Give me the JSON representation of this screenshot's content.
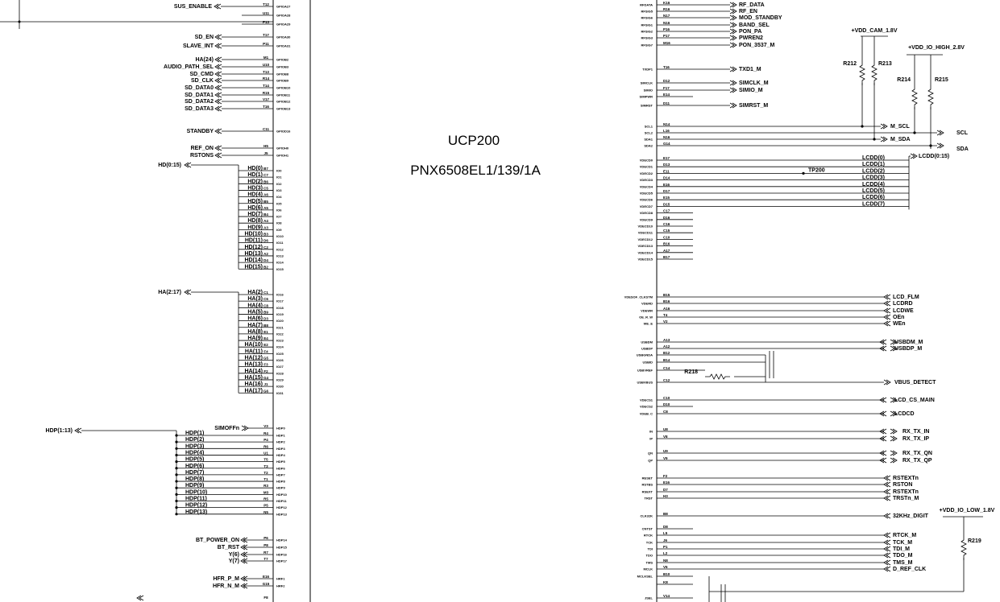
{
  "title": {
    "part": "UCP200",
    "code": "PNX6508EL1/139/1A"
  },
  "left": {
    "top_group": [
      {
        "net": "SD_EN",
        "pin": "T17",
        "sig": "GPIOA30"
      },
      {
        "net": "SLAVE_INT",
        "pin": "P11",
        "sig": "GPIOA31"
      },
      {
        "net": "HA(24)",
        "pin": "M1",
        "sig": "GPIOB2"
      },
      {
        "net": "AUDIO_PATH_SEL",
        "pin": "U10",
        "sig": "GPIOB3"
      },
      {
        "net": "SD_CMD",
        "pin": "T13",
        "sig": "GPIOB8"
      },
      {
        "net": "SD_CLK",
        "pin": "R14",
        "sig": "GPIOB9"
      },
      {
        "net": "SD_DATA0",
        "pin": "T14",
        "sig": "GPIOB10"
      },
      {
        "net": "SD_DATA1",
        "pin": "R15",
        "sig": "GPIOB11"
      },
      {
        "net": "SD_DATA2",
        "pin": "V17",
        "sig": "GPIOB12"
      },
      {
        "net": "SD_DATA3",
        "pin": "T16",
        "sig": "GPIOB13"
      },
      {
        "net": "STANDBY",
        "pin": "C11",
        "sig": "GPIOD16"
      },
      {
        "net": "REF_ON",
        "pin": "H5",
        "sig": "GPIOH0"
      },
      {
        "net": "RSTONS",
        "pin": "J5",
        "sig": "GPIOH1"
      }
    ],
    "top_extra": [
      {
        "net": "SUS_ENABLE",
        "pin": "T12",
        "sig": "GPIOA27"
      },
      {
        "pin": "U11",
        "sig": "GPIOA28"
      },
      {
        "pin": "P13",
        "sig": "GPIOA29"
      }
    ],
    "hd_bus": "HD(0:15)",
    "hd": [
      {
        "net": "HD(0)",
        "pin": "B7",
        "sig": "IO0"
      },
      {
        "net": "HD(1)",
        "pin": "C7",
        "sig": "IO1"
      },
      {
        "net": "HD(2)",
        "pin": "B6",
        "sig": "IO2"
      },
      {
        "net": "HD(3)",
        "pin": "C5",
        "sig": "IO3"
      },
      {
        "net": "HD(4)",
        "pin": "A6",
        "sig": "IO4"
      },
      {
        "net": "HD(5)",
        "pin": "B5",
        "sig": "IO5"
      },
      {
        "net": "HD(6)",
        "pin": "A5",
        "sig": "IO6"
      },
      {
        "net": "HD(7)",
        "pin": "B4",
        "sig": "IO7"
      },
      {
        "net": "HD(8)",
        "pin": "A4",
        "sig": "IO8"
      },
      {
        "net": "HD(9)",
        "pin": "A3",
        "sig": "IO9"
      },
      {
        "net": "HD(10)",
        "pin": "B3",
        "sig": "IO10"
      },
      {
        "net": "HD(11)",
        "pin": "D6",
        "sig": "IO11"
      },
      {
        "net": "HD(12)",
        "pin": "C2",
        "sig": "IO12"
      },
      {
        "net": "HD(13)",
        "pin": "A2",
        "sig": "IO13"
      },
      {
        "net": "HD(14)",
        "pin": "D4",
        "sig": "IO14"
      },
      {
        "net": "HD(15)",
        "pin": "B2",
        "sig": "IO15"
      }
    ],
    "ha_bus": "HA(2:17)",
    "ha": [
      {
        "net": "HA(2)",
        "pin": "C1",
        "sig": "IO16"
      },
      {
        "net": "HA(3)",
        "pin": "C6",
        "sig": "IO17"
      },
      {
        "net": "HA(4)",
        "pin": "C8",
        "sig": "IO18"
      },
      {
        "net": "HA(5)",
        "pin": "B9",
        "sig": "IO19"
      },
      {
        "net": "HA(6)",
        "pin": "D3",
        "sig": "IO20"
      },
      {
        "net": "HA(7)",
        "pin": "B8",
        "sig": "IO21"
      },
      {
        "net": "HA(8)",
        "pin": "E1",
        "sig": "IO22"
      },
      {
        "net": "HA(9)",
        "pin": "E4",
        "sig": "IO23"
      },
      {
        "net": "HA(10)",
        "pin": "E2",
        "sig": "IO24"
      },
      {
        "net": "HA(11)",
        "pin": "F4",
        "sig": "IO25"
      },
      {
        "net": "HA(12)",
        "pin": "G5",
        "sig": "IO26"
      },
      {
        "net": "HA(13)",
        "pin": "F3",
        "sig": "IO27"
      },
      {
        "net": "HA(14)",
        "pin": "F2",
        "sig": "IO28"
      },
      {
        "net": "HA(15)",
        "pin": "G4",
        "sig": "IO29"
      },
      {
        "net": "HA(16)",
        "pin": "J1",
        "sig": "IO30"
      },
      {
        "net": "HA(17)",
        "pin": "G6",
        "sig": "IO31"
      }
    ],
    "simoff": {
      "net": "SIMOFFn",
      "pin": "V3",
      "sig": "HDP0"
    },
    "hdp_bus": "HDP(1:13)",
    "hdp": [
      {
        "net": "HDP(1)",
        "pin": "R4",
        "sig": "HDP1"
      },
      {
        "net": "HDP(2)",
        "pin": "P4",
        "sig": "HDP2"
      },
      {
        "net": "HDP(3)",
        "pin": "R6",
        "sig": "HDP3"
      },
      {
        "net": "HDP(4)",
        "pin": "U1",
        "sig": "HDP4"
      },
      {
        "net": "HDP(5)",
        "pin": "T5",
        "sig": "HDP5"
      },
      {
        "net": "HDP(6)",
        "pin": "T3",
        "sig": "HDP6"
      },
      {
        "net": "HDP(7)",
        "pin": "T2",
        "sig": "HDP7"
      },
      {
        "net": "HDP(8)",
        "pin": "T1",
        "sig": "HDP8"
      },
      {
        "net": "HDP(9)",
        "pin": "R3",
        "sig": "HDP9"
      },
      {
        "net": "HDP(10)",
        "pin": "M3",
        "sig": "HDP10"
      },
      {
        "net": "HDP(11)",
        "pin": "R5",
        "sig": "HDP11"
      },
      {
        "net": "HDP(12)",
        "pin": "P5",
        "sig": "HDP12"
      },
      {
        "net": "HDP(13)",
        "pin": "N5",
        "sig": "HDP13"
      }
    ],
    "bottom": [
      {
        "net": "BT_POWER_ON",
        "pin": "P6",
        "sig": "HDP14"
      },
      {
        "net": "BT_RST",
        "pin": "P8",
        "sig": "HDP15"
      },
      {
        "net": "Y(6)",
        "pin": "R7",
        "sig": "HDP16"
      },
      {
        "net": "Y(7)",
        "pin": "T7",
        "sig": "HDP17"
      },
      {
        "net": "HFR_P_M",
        "pin": "E16",
        "sig": "HRF1"
      },
      {
        "net": "HFR_N_M",
        "pin": "G15",
        "sig": "HRF2"
      }
    ],
    "last_pin": {
      "pin": "F8"
    }
  },
  "right": {
    "rf": [
      {
        "sig": "RFDATA",
        "pin": "K16",
        "net": "RF_DATA"
      },
      {
        "sig": "RFSIG5",
        "pin": "R16",
        "net": "RF_EN"
      },
      {
        "sig": "RFSIG6",
        "pin": "N17",
        "net": "MOD_STANDBY"
      },
      {
        "sig": "RFSIG1",
        "pin": "N16",
        "net": "BAND_SEL"
      },
      {
        "sig": "RFSIG2",
        "pin": "P16",
        "net": "PON_PA"
      },
      {
        "sig": "RFSIG3",
        "pin": "P17",
        "net": "PWREN2"
      },
      {
        "sig": "RFSIG7",
        "pin": "M16",
        "net": "PON_3537_M"
      }
    ],
    "txd": {
      "sig": "TXDP1",
      "pin": "T16",
      "net": "TXD1_M"
    },
    "sim": [
      {
        "sig": "SIMCLK",
        "pin": "D12",
        "net": "SIMCLK_M"
      },
      {
        "sig": "SIMIO",
        "pin": "F17",
        "net": "SIMIO_M"
      },
      {
        "sig": "SIMPWR",
        "pin": "E14",
        "net": ""
      },
      {
        "sig": "SIMRST",
        "pin": "D11",
        "net": "SIMRST_M"
      }
    ],
    "i2c": [
      {
        "sig": "SCL1",
        "pin": "N14",
        "net": "M_SCL"
      },
      {
        "sig": "SCL2",
        "pin": "L16",
        "net": "SCL"
      },
      {
        "sig": "SDA1",
        "pin": "N16",
        "net": "M_SDA"
      },
      {
        "sig": "SDA2",
        "pin": "G14",
        "net": "SDA"
      }
    ],
    "power": {
      "cam": "+VDD_CAM_1.8V",
      "io_high": "+VDD_IO_HIGH_2.8V",
      "io_low": "+VDD_IO_LOW_1.8V"
    },
    "resistors": {
      "r212": "R212",
      "r213": "R213",
      "r214": "R214",
      "r215": "R215",
      "r218": "R218",
      "r219": "R219"
    },
    "tp": "TP200",
    "lcdd_bus": "LCDD(0:15)",
    "vdecd": [
      {
        "sig": "VDECD0",
        "pin": "E17",
        "net": "LCDD(0)"
      },
      {
        "sig": "VDECD1",
        "pin": "D13",
        "net": "LCDD(1)"
      },
      {
        "sig": "VDECD2",
        "pin": "E11",
        "net": "LCDD(2)"
      },
      {
        "sig": "VDECD3",
        "pin": "D14",
        "net": "LCDD(3)"
      },
      {
        "sig": "VDECD4",
        "pin": "E16",
        "net": "LCDD(4)"
      },
      {
        "sig": "VDECD5",
        "pin": "D17",
        "net": "LCDD(5)"
      },
      {
        "sig": "VDECD6",
        "pin": "E15",
        "net": "LCDD(6)"
      },
      {
        "sig": "VDECD7",
        "pin": "D15",
        "net": "LCDD(7)"
      },
      {
        "sig": "VDECD8",
        "pin": "C17",
        "net": ""
      },
      {
        "sig": "VDECD9",
        "pin": "D16",
        "net": ""
      },
      {
        "sig": "VDECD10",
        "pin": "C16",
        "net": ""
      },
      {
        "sig": "VDECD11",
        "pin": "C15",
        "net": ""
      },
      {
        "sig": "VDECD12",
        "pin": "C10",
        "net": ""
      },
      {
        "sig": "VDECD13",
        "pin": "B16",
        "net": ""
      },
      {
        "sig": "VDECD14",
        "pin": "A17",
        "net": ""
      },
      {
        "sig": "VDECD15",
        "pin": "B17",
        "net": ""
      }
    ],
    "lcd_ctrl": [
      {
        "sig": "VDESOF_CLKSTM",
        "pin": "B15",
        "net": "LCD_FLM"
      },
      {
        "sig": "VDERD",
        "pin": "B16",
        "net": "LCDRD"
      },
      {
        "sig": "VDEWR",
        "pin": "A16",
        "net": "LCDWE"
      },
      {
        "sig": "OE_R_W",
        "pin": "T4",
        "net": "OEn"
      },
      {
        "sig": "WE_E",
        "pin": "V2",
        "net": "WEn"
      }
    ],
    "usb": [
      {
        "sig": "USBDM",
        "pin": "A13",
        "net": "USBDM_M"
      },
      {
        "sig": "USBDP",
        "pin": "A12",
        "net": "USBDP_M"
      },
      {
        "sig": "USBGNDA",
        "pin": "B12",
        "net": ""
      },
      {
        "sig": "USBID",
        "pin": "B14",
        "net": ""
      },
      {
        "sig": "USBVREF",
        "pin": "C14",
        "net": ""
      },
      {
        "sig": "USBVBUS",
        "pin": "C12",
        "net": "VBUS_DETECT"
      }
    ],
    "vdecs": [
      {
        "sig": "VDECS1",
        "pin": "C10",
        "net": "LCD_CS_MAIN"
      },
      {
        "sig": "VDECS2",
        "pin": "D10",
        "net": ""
      },
      {
        "sig": "VDEB_C",
        "pin": "C8",
        "net": "LCDCD"
      }
    ],
    "rxtx": [
      {
        "sig": "IN",
        "pin": "U8",
        "net": "RX_TX_IN"
      },
      {
        "sig": "IP",
        "pin": "V8",
        "net": "RX_TX_IP"
      },
      {
        "sig": "QN",
        "pin": "U9",
        "net": "RX_TX_QN"
      },
      {
        "sig": "QP",
        "pin": "V9",
        "net": "RX_TX_QP"
      }
    ],
    "reset": [
      {
        "sig": "RESET",
        "pin": "F2",
        "net": "RSTEXTn"
      },
      {
        "sig": "RSTBS",
        "pin": "E16",
        "net": "RSTON"
      },
      {
        "sig": "RSEXT",
        "pin": "D7",
        "net": "RSTEXTn"
      },
      {
        "sig": "TRST",
        "pin": "H3",
        "net": "TRSTn_M"
      }
    ],
    "clk": {
      "sig": "CLK32K",
      "pin": "B8",
      "net": "32KHz_DIGIT"
    },
    "jtag": [
      {
        "sig": "CNTST",
        "pin": "D8",
        "net": ""
      },
      {
        "sig": "RTCK",
        "pin": "L5",
        "net": "RTCK_M"
      },
      {
        "sig": "TCK",
        "pin": "J6",
        "net": "TCK_M"
      },
      {
        "sig": "TDI",
        "pin": "P1",
        "net": "TDI_M"
      },
      {
        "sig": "TDO",
        "pin": "L2",
        "net": "TDO_M"
      },
      {
        "sig": "TMS",
        "pin": "N8",
        "net": "TMS_M"
      },
      {
        "sig": "MCLK",
        "pin": "V6",
        "net": "D_REF_CLK"
      },
      {
        "sig": "MCLKSEL",
        "pin": "B10",
        "net": ""
      },
      {
        "sig": "",
        "pin": "K8",
        "net": ""
      },
      {
        "sig": "JSEL",
        "pin": "V14",
        "net": ""
      }
    ]
  }
}
